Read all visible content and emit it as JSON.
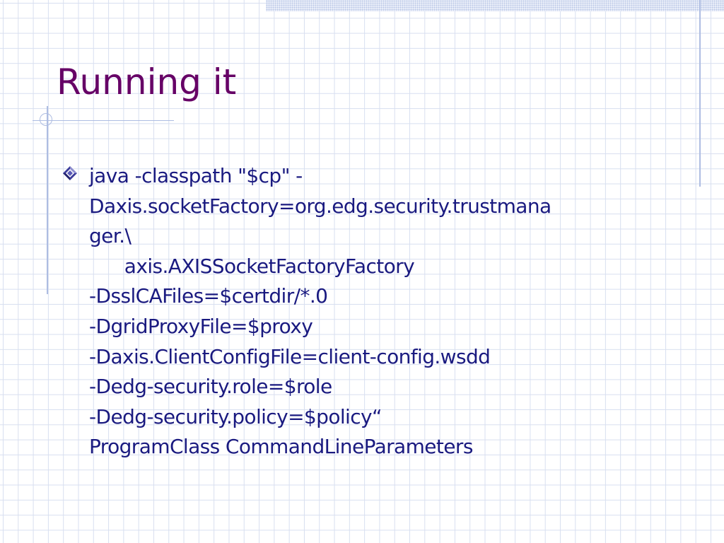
{
  "slide": {
    "title": "Running it",
    "bullet_icon": "diamond-bullet-icon",
    "body_lines": [
      "java -classpath \"$cp\" -",
      "Daxis.socketFactory=org.edg.security.trustmana",
      "ger.\\",
      "      axis.AXISSocketFactoryFactory",
      "-DsslCAFiles=$certdir/*.0",
      "-DgridProxyFile=$proxy",
      "-Daxis.ClientConfigFile=client-config.wsdd",
      "-Dedg-security.role=$role",
      "-Dedg-security.policy=$policy“",
      "ProgramClass CommandLineParameters"
    ]
  },
  "colors": {
    "title": "#660066",
    "body": "#1a1a80",
    "grid": "#d8dff0",
    "rule": "#aebde2"
  }
}
